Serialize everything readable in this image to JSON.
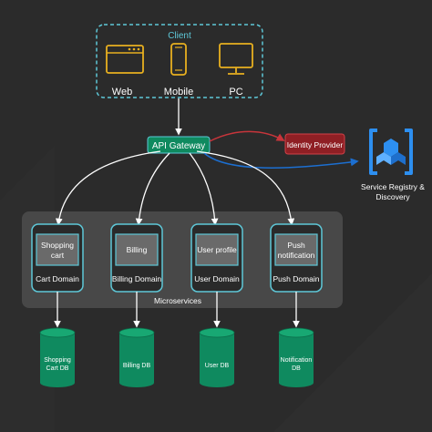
{
  "client": {
    "title": "Client",
    "devices": [
      {
        "label": "Web",
        "icon": "browser-window-icon"
      },
      {
        "label": "Mobile",
        "icon": "mobile-phone-icon"
      },
      {
        "label": "PC",
        "icon": "desktop-monitor-icon"
      }
    ]
  },
  "gateway": {
    "label": "API Gateway"
  },
  "identity": {
    "label": "Identity Provider"
  },
  "registry": {
    "label_line1": "Service Registry &",
    "label_line2": "Discovery",
    "icon": "service-registry-icon"
  },
  "microservices": {
    "label": "Microservices",
    "domains": [
      {
        "service_line1": "Shopping",
        "service_line2": "cart",
        "domain": "Cart Domain",
        "db_line1": "Shopping",
        "db_line2": "Cart DB"
      },
      {
        "service_line1": "Billing",
        "service_line2": "",
        "domain": "Billing Domain",
        "db_line1": "Billing DB",
        "db_line2": ""
      },
      {
        "service_line1": "User profile",
        "service_line2": "",
        "domain": "User Domain",
        "db_line1": "User DB",
        "db_line2": ""
      },
      {
        "service_line1": "Push",
        "service_line2": "notification",
        "domain": "Push Domain",
        "db_line1": "Notification",
        "db_line2": "DB"
      }
    ]
  },
  "colors": {
    "background": "#2b2b2b",
    "accent_teal": "#5ec8d8",
    "gateway_green": "#0f8a5f",
    "db_green": "#0f8a5f",
    "identity_red": "#8f1f24",
    "arrow_blue": "#1c6fd1",
    "arrow_red": "#c8353b",
    "panel_gray": "#484848"
  }
}
